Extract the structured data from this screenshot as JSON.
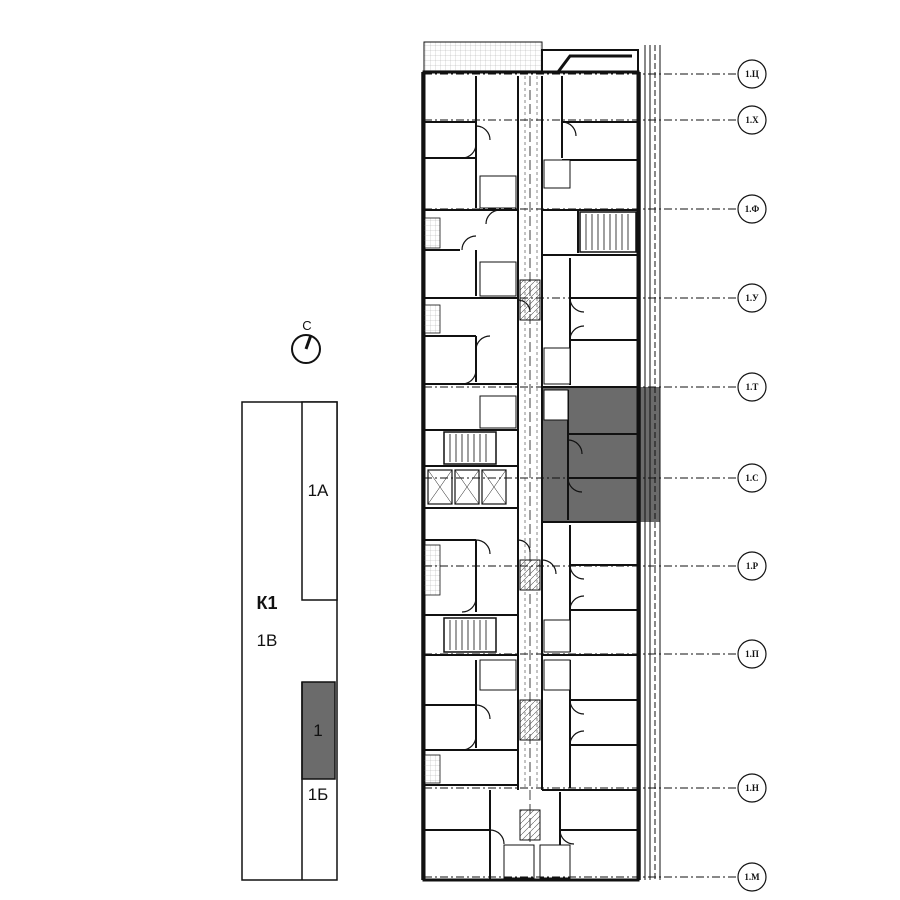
{
  "compass": {
    "north_label": "С"
  },
  "keyplan": {
    "building_label": "К1",
    "sections": [
      {
        "id": "1A",
        "label": "1А",
        "highlighted": false
      },
      {
        "id": "1B",
        "label": "1В",
        "highlighted": false
      },
      {
        "id": "1",
        "label": "1",
        "highlighted": true
      },
      {
        "id": "1Bsmall",
        "label": "1Б",
        "highlighted": false
      }
    ]
  },
  "axes": [
    "1.Ц",
    "1.Х",
    "1.Ф",
    "1.У",
    "1.Т",
    "1.С",
    "1.Р",
    "1.П",
    "1.Н",
    "1.М"
  ],
  "colors": {
    "highlight": "#6b6b6b",
    "line": "#111111"
  }
}
